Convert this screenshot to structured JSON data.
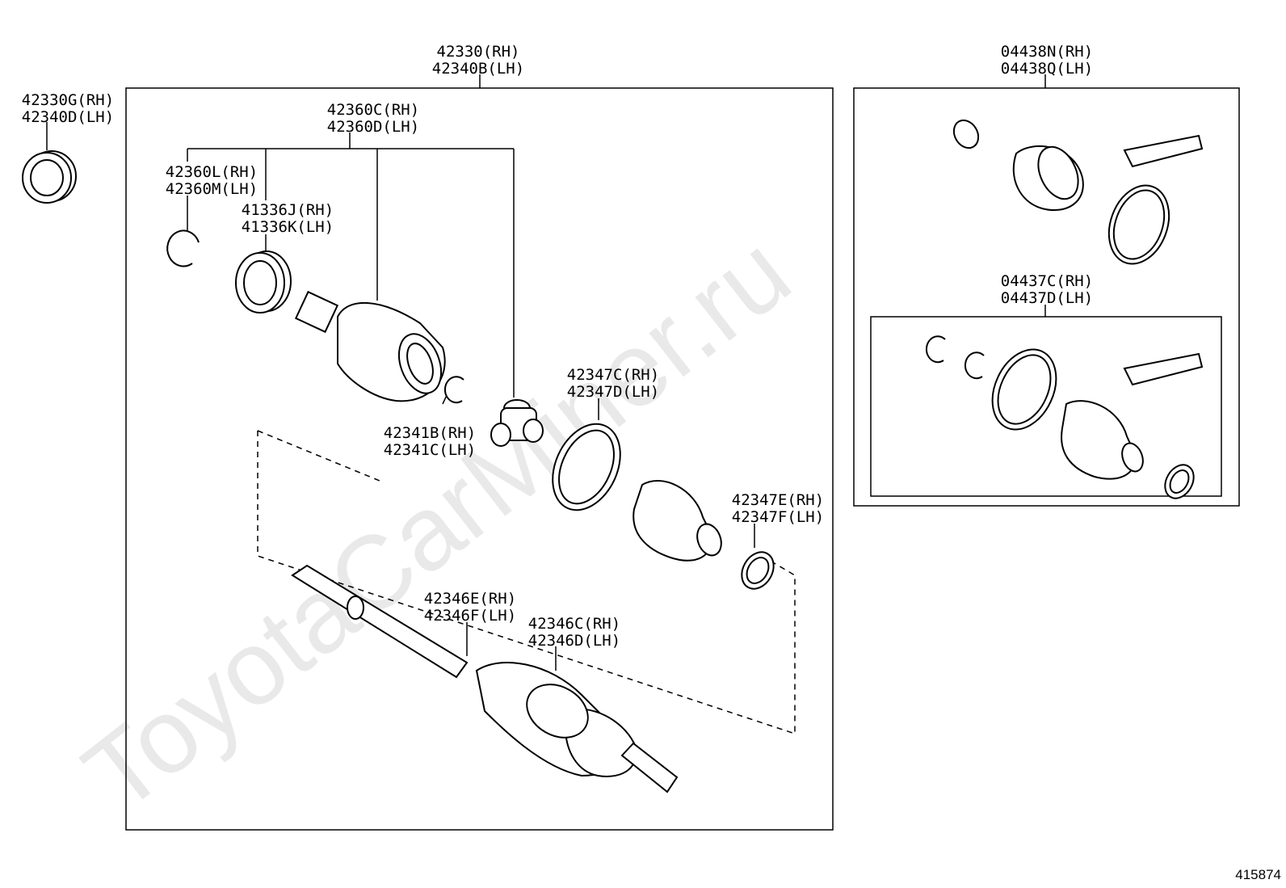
{
  "watermark": "ToyotaCarMiner.ru",
  "figure_number": "415874",
  "assemblies": {
    "main_shaft": [
      "42330(RH)",
      "42340B(LH)"
    ],
    "boot_kit_outer": [
      "04438N(RH)",
      "04438Q(LH)"
    ],
    "boot_kit_inner": [
      "04437C(RH)",
      "04437D(LH)"
    ]
  },
  "parts": {
    "dust_seal": [
      "42330G(RH)",
      "42340D(LH)"
    ],
    "inboard_joint": [
      "42360C(RH)",
      "42360D(LH)"
    ],
    "snap_ring": [
      "42360L(RH)",
      "42360M(LH)"
    ],
    "oil_seal": [
      "41336J(RH)",
      "41336K(LH)"
    ],
    "circlip": [
      "42341B(RH)",
      "42341C(LH)"
    ],
    "boot_clamp_large": [
      "42347C(RH)",
      "42347D(LH)"
    ],
    "boot_clamp_small": [
      "42347E(RH)",
      "42347F(LH)"
    ],
    "boot_band_1": [
      "42346E(RH)",
      "42346F(LH)"
    ],
    "boot_band_2": [
      "42346C(RH)",
      "42346D(LH)"
    ]
  }
}
